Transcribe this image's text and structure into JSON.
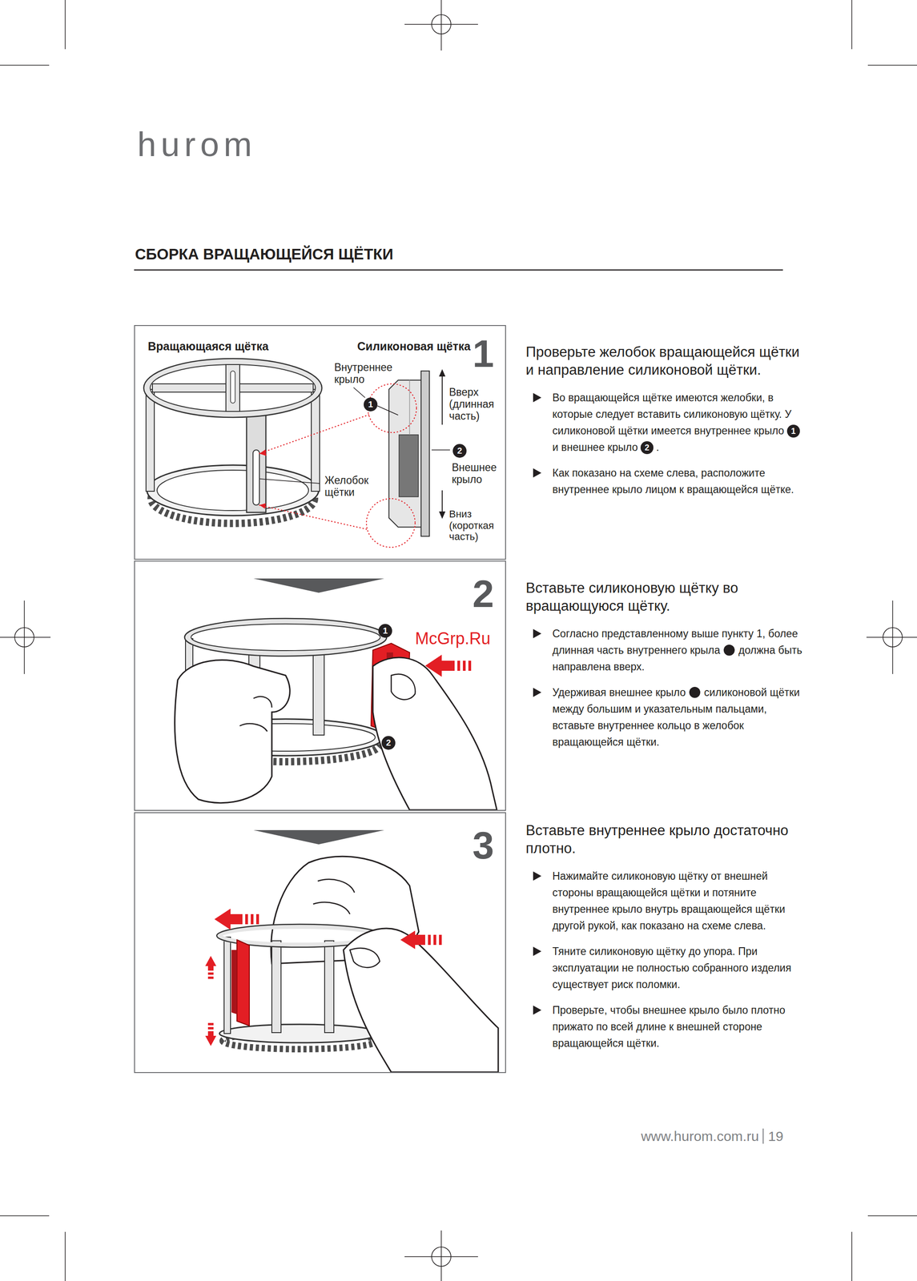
{
  "diagram": {
    "title": "СБОРКА ВРАЩАЮЩЕЙСЯ ЩЁТКИ",
    "nodes": [
      {
        "text": [
          "1",
          "Вращающаяся щётка",
          "Силиконовая щётка",
          "Внутреннее крыло",
          "1",
          "Вверх (длинная часть)",
          "2",
          "Внешнее крыло",
          "Желобок щётки",
          "Вниз (короткая часть)"
        ]
      },
      {
        "text": [
          "2",
          "1",
          "2"
        ]
      },
      {
        "text": [
          "3"
        ]
      }
    ],
    "labels": [
      "hurom",
      "Проверьте желобок вращающейся щётки и направление силиконовой щётки.",
      "Во вращающейся щётке имеются желобки, в которые следует вставить силиконовую щётку. У силиконовой щётки имеется внутреннее крыло",
      "1",
      "и внешнее крыло",
      "2",
      ".",
      "Как показано на схеме слева, расположите внутреннее крыло лицом к вращающейся щётке.",
      "McGrp.Ru",
      "Вставьте силиконовую щётку во вращающуюся щётку.",
      "Согласно представленному выше пункту 1, более длинная часть внутреннего крыла",
      "должна быть направлена вверх.",
      "Удерживая внешнее крыло",
      "силиконовой щётки между большим и указательным пальцами, вставьте внутреннее кольцо в желобок вращающейся щётки.",
      "Вставьте внутреннее крыло достаточно плотно.",
      "Нажимайте силиконовую щётку от внешней стороны вращающейся щётки и потяните внутреннее крыло внутрь вращающейся щётки другой рукой, как показано на схеме слева.",
      "Тяните силиконовую щётку до упора. При эксплуатации не полностью собранного изделия существует риск поломки.",
      "Проверьте, чтобы внешнее крыло было плотно прижато по всей длине к внешней стороне вращающейся щётки.",
      "www.hurom.com.ru",
      "19"
    ]
  }
}
